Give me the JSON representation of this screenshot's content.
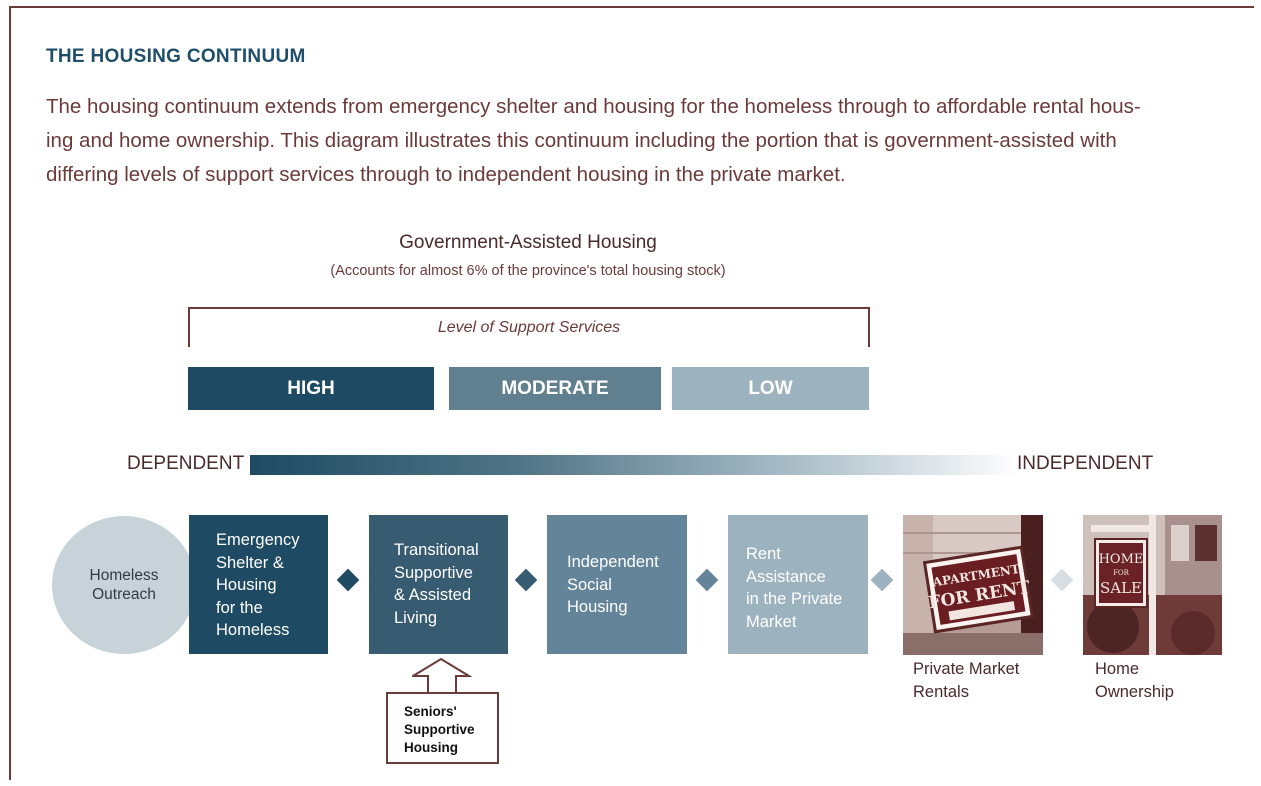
{
  "heading": "THE HOUSING CONTINUUM",
  "intro": {
    "line1": "The housing continuum extends from emergency shelter and housing for the homeless through to affordable rental hous-",
    "line2": "ing and home ownership. This diagram illustrates this continuum including the portion that is government-assisted with",
    "line3": "differing levels of support services through to independent housing in the private market."
  },
  "government_assisted": {
    "title": "Government-Assisted Housing",
    "subtitle": "(Accounts for almost 6% of the province's total housing stock)",
    "support_label": "Level of Support Services",
    "levels": [
      {
        "label": "HIGH",
        "color": "#1e4b63"
      },
      {
        "label": "MODERATE",
        "color": "#607f8f"
      },
      {
        "label": "LOW",
        "color": "#9db2bf"
      }
    ]
  },
  "scale": {
    "left": "DEPENDENT",
    "right": "INDEPENDENT"
  },
  "continuum": {
    "outreach": [
      "Homeless",
      "Outreach"
    ],
    "stages": [
      {
        "lines": [
          "Emergency",
          "Shelter &",
          "Housing",
          "for the",
          "Homeless"
        ],
        "color": "#1e4b63"
      },
      {
        "lines": [
          "Transitional",
          "Supportive",
          "& Assisted",
          "Living"
        ],
        "color": "#375b70"
      },
      {
        "lines": [
          "Independent",
          "Social",
          "Housing"
        ],
        "color": "#64849a"
      },
      {
        "lines": [
          "Rent",
          "Assistance",
          "in the Private",
          "Market"
        ],
        "color": "#9db2bf"
      }
    ],
    "photos": [
      {
        "icon": "apartment-for-rent-sign-photo",
        "sign_lines": [
          "APARTMENT",
          "FOR RENT"
        ],
        "caption": [
          "Private Market",
          "Rentals"
        ]
      },
      {
        "icon": "home-for-sale-sign-photo",
        "sign_lines": [
          "HOME",
          "FOR",
          "SALE"
        ],
        "caption": [
          "Home",
          "Ownership"
        ]
      }
    ]
  },
  "callout": {
    "lines": [
      "Seniors'",
      "Supportive",
      "Housing"
    ]
  },
  "colors": {
    "text_brown": "#6b3a3a",
    "heading_blue": "#1f4e6a",
    "dark_teal": "#1e4b63"
  }
}
